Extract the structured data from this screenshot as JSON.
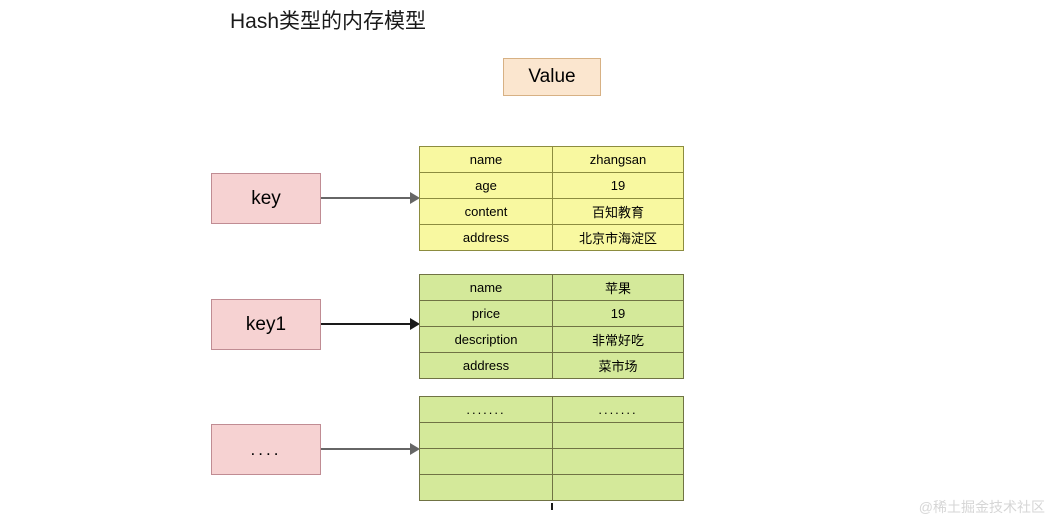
{
  "title": "Hash类型的内存模型",
  "legend": {
    "value_label": "Value"
  },
  "keys": [
    {
      "label": "key"
    },
    {
      "label": "key1"
    },
    {
      "label": "...."
    }
  ],
  "tables": [
    {
      "color": "yellow",
      "rows": [
        {
          "field": "name",
          "value": "zhangsan"
        },
        {
          "field": "age",
          "value": "19"
        },
        {
          "field": "content",
          "value": "百知教育"
        },
        {
          "field": "address",
          "value": "北京市海淀区"
        }
      ]
    },
    {
      "color": "green",
      "rows": [
        {
          "field": "name",
          "value": "苹果"
        },
        {
          "field": "price",
          "value": "19"
        },
        {
          "field": "description",
          "value": "非常好吃"
        },
        {
          "field": "address",
          "value": "菜市场"
        }
      ]
    },
    {
      "color": "green",
      "rows": [
        {
          "field": ".......",
          "value": "......."
        },
        {
          "field": "",
          "value": ""
        },
        {
          "field": "",
          "value": ""
        },
        {
          "field": "",
          "value": ""
        }
      ]
    }
  ],
  "arrows": [
    {
      "name": "key-to-table-1",
      "color": "#666666"
    },
    {
      "name": "key1-to-table-2",
      "color": "#1a1a1a"
    },
    {
      "name": "keyn-to-table-3",
      "color": "#666666"
    }
  ],
  "watermark": "@稀土掘金技术社区",
  "colors": {
    "value_box_fill": "#fbe6cf",
    "value_box_border": "#d7b184",
    "key_box_fill": "#f6d2d2",
    "key_box_border": "#c08c93",
    "table_yellow_fill": "#f8f8a0",
    "table_yellow_border": "#8c8c3f",
    "table_green_fill": "#d4e99a",
    "table_green_border": "#707344"
  }
}
